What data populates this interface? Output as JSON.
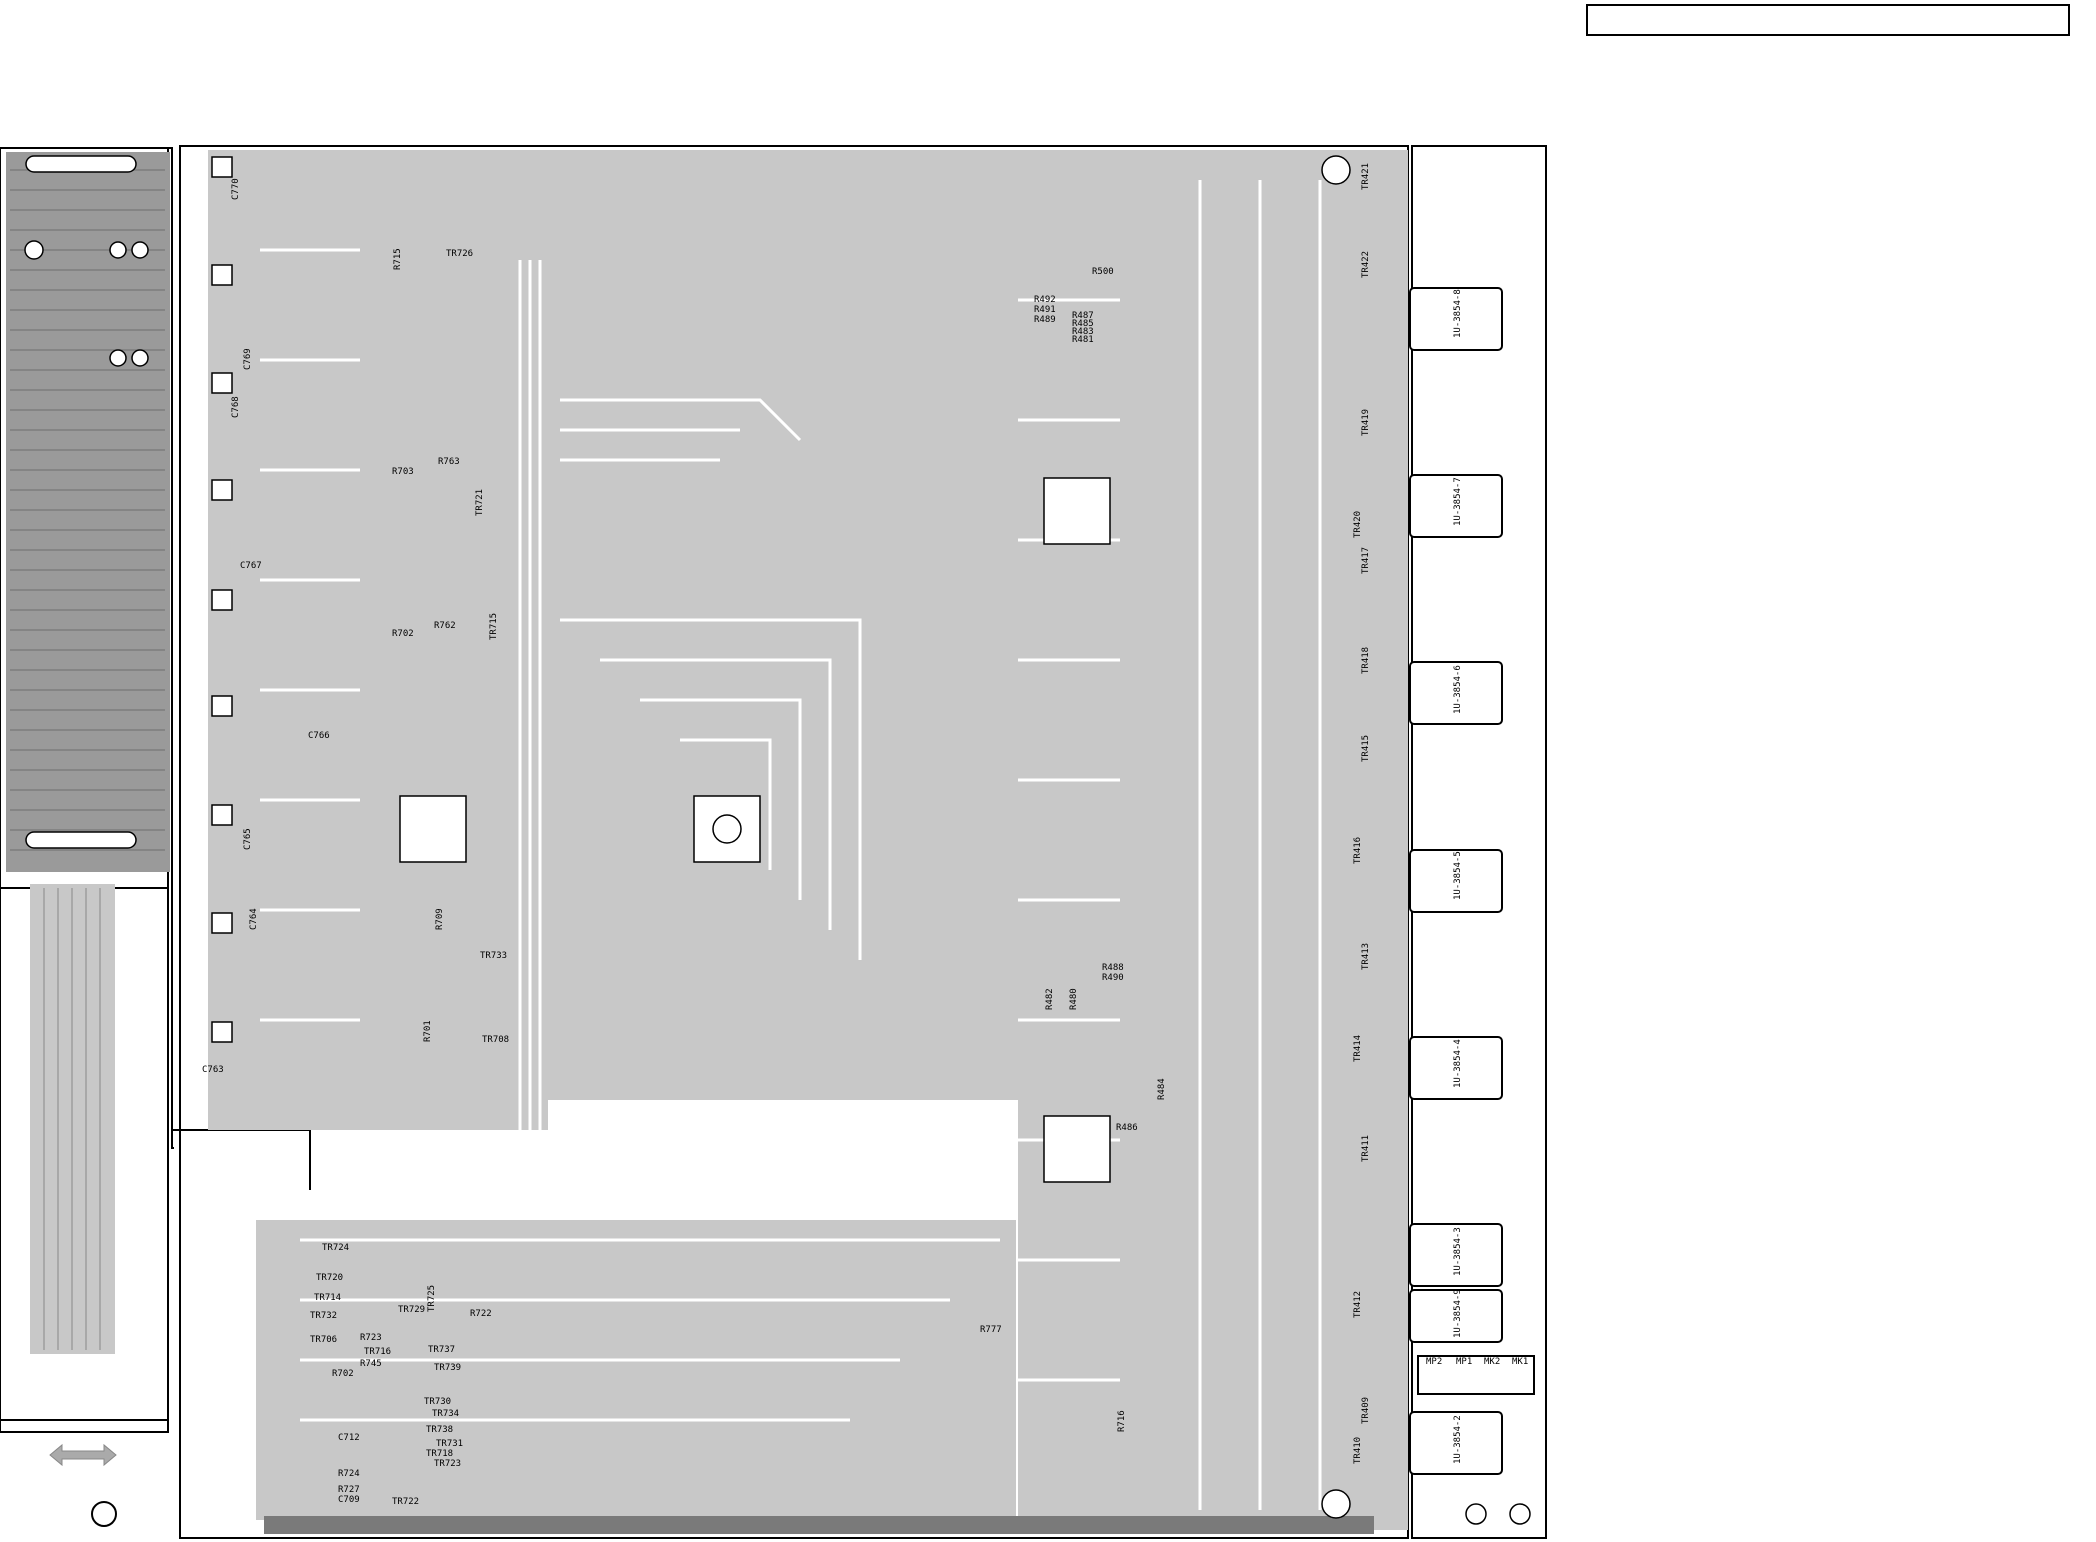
{
  "title_box": {
    "text": ""
  },
  "colors": {
    "trace": "#c8c8c8",
    "outline": "#000000",
    "background": "#ffffff"
  },
  "labels": {
    "components": [
      "C770",
      "C769",
      "C768",
      "C767",
      "C766",
      "C765",
      "C764",
      "C763",
      "R715",
      "TR726",
      "R703",
      "R763",
      "TR721",
      "R702",
      "R762",
      "TR715",
      "R709",
      "TR733",
      "R701",
      "TR708",
      "TR724",
      "TR720",
      "TR714",
      "TR732",
      "TR706",
      "TR729",
      "TR725",
      "R722",
      "R723",
      "TR716",
      "TR737",
      "R702",
      "R745",
      "TR739",
      "TR730",
      "TR738",
      "TR734",
      "C712",
      "R724",
      "R727",
      "C709",
      "TR722",
      "TR718",
      "TR723",
      "TR731",
      "R777",
      "R716",
      "R486",
      "R491",
      "R492",
      "R489",
      "R487",
      "R485",
      "R483",
      "R481",
      "R500",
      "R488",
      "R490",
      "R482",
      "R480",
      "R484"
    ],
    "transistors_right": [
      "TR421",
      "TR422",
      "TR419",
      "TR420",
      "TR417",
      "TR418",
      "TR415",
      "TR416",
      "TR413",
      "TR414",
      "TR411",
      "TR412",
      "TR409",
      "TR410"
    ],
    "connectors": [
      "1U-3854-8",
      "1U-3854-7",
      "1U-3854-6",
      "1U-3854-5",
      "1U-3854-4",
      "1U-3854-3",
      "1U-3854-9",
      "1U-3854-2"
    ],
    "mounts": [
      "MP2",
      "MP1",
      "MK2",
      "MK1"
    ]
  }
}
